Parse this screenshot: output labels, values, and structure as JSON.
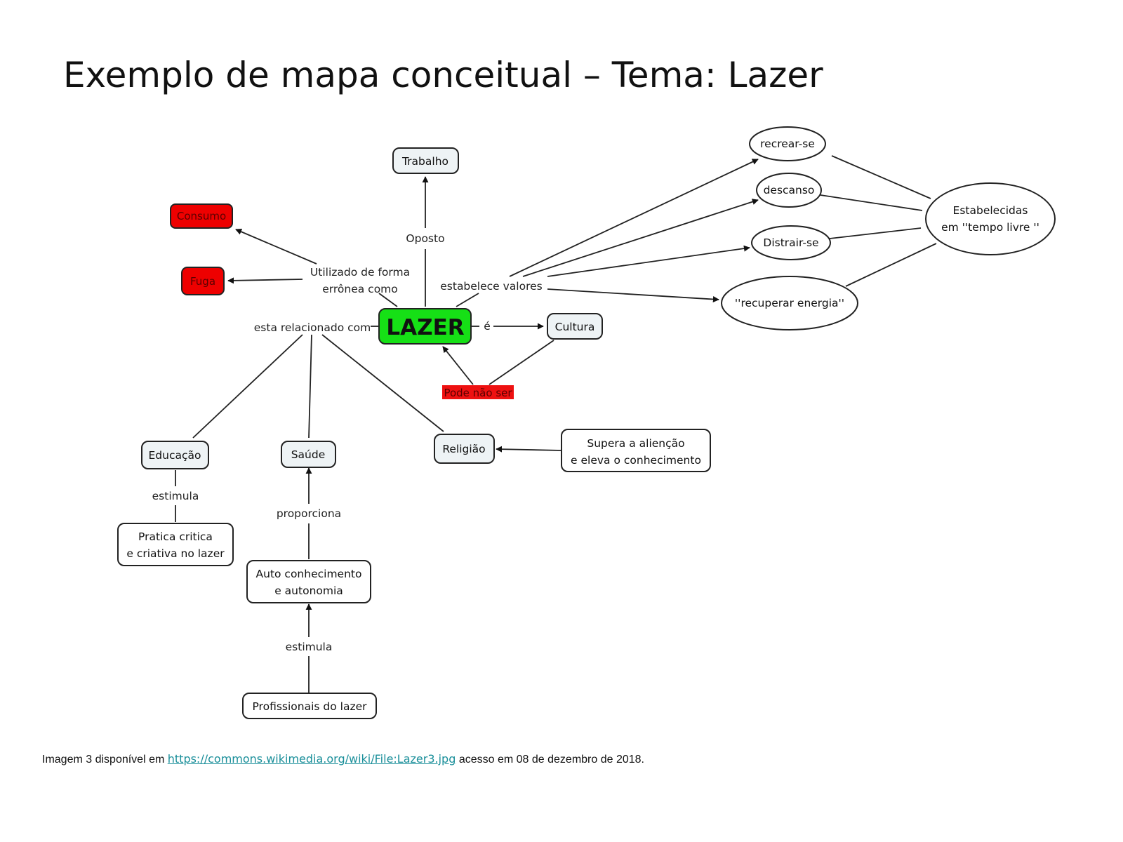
{
  "title": "Exemplo de mapa conceitual – Tema: Lazer",
  "colors": {
    "center_node": "#16e016",
    "negative_node": "#ee0000",
    "node_fill": "#eef3f5",
    "link": "#1a8f9a"
  },
  "nodes": {
    "lazer": "LAZER",
    "trabalho": "Trabalho",
    "consumo": "Consumo",
    "fuga": "Fuga",
    "cultura": "Cultura",
    "pode_nao_ser": "Pode não ser",
    "recrear": "recrear-se",
    "descanso": "descanso",
    "distrair": "Distrair-se",
    "recuperar": "''recuperar energia''",
    "tempo_livre_1": "Estabelecidas",
    "tempo_livre_2": "em ''tempo livre ''",
    "educacao": "Educação",
    "saude": "Saúde",
    "religiao": "Religião",
    "supera_1": "Supera a alienção",
    "supera_2": "e eleva o conhecimento",
    "pratica_1": "Pratica critica",
    "pratica_2": "e criativa no lazer",
    "auto_1": "Auto conhecimento",
    "auto_2": "e autonomia",
    "profissionais": "Profissionais do lazer"
  },
  "links": {
    "oposto": "Oposto",
    "utilizado_1": "Utilizado de forma",
    "utilizado_2": "errônea como",
    "estabelece": "estabelece valores",
    "relacionado": "esta relacionado com",
    "e": "é",
    "estimula_edu": "estimula",
    "proporciona": "proporciona",
    "estimula_prof": "estimula"
  },
  "caption": {
    "prefix": "Imagem 3  disponível em ",
    "url": "https://commons.wikimedia.org/wiki/File:Lazer3.jpg",
    "suffix": " acesso em 08 de dezembro de 2018."
  }
}
